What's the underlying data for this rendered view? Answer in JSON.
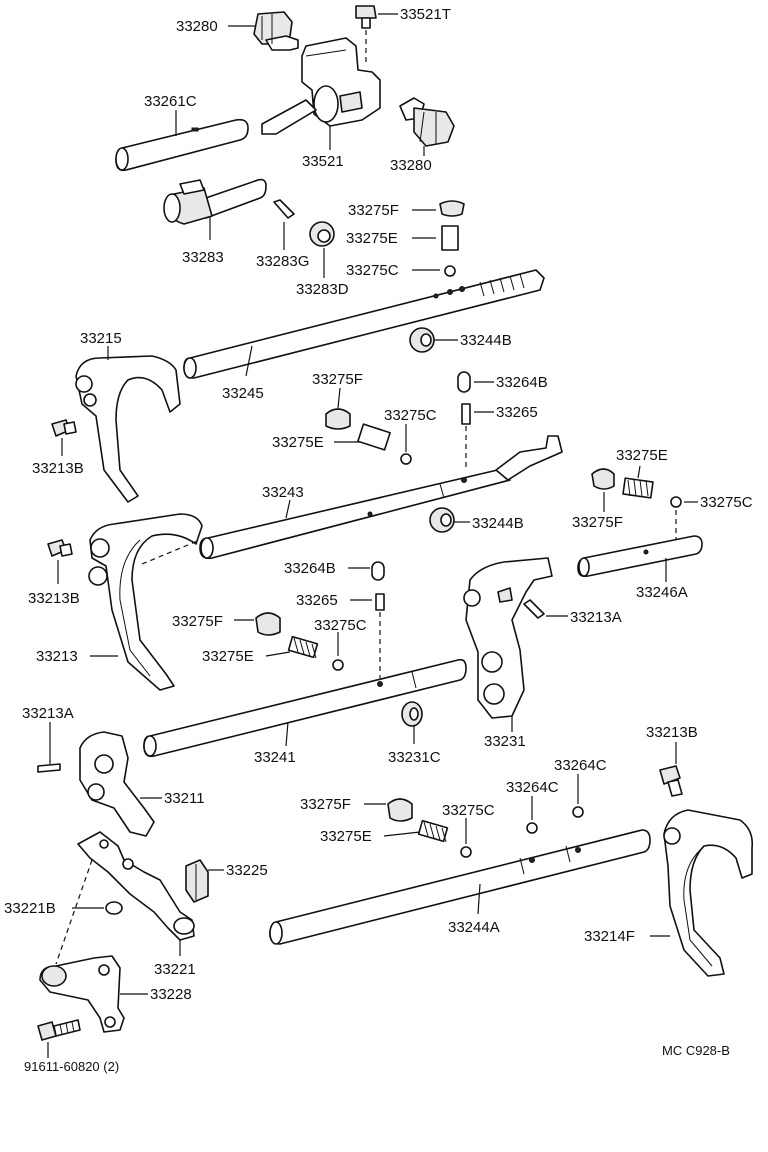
{
  "parts": {
    "p33280_top": "33280",
    "p33521T": "33521T",
    "p33261C": "33261C",
    "p33521": "33521",
    "p33280_bot": "33280",
    "p33275F_a": "33275F",
    "p33275E_a": "33275E",
    "p33275C_a": "33275C",
    "p33283": "33283",
    "p33283G": "33283G",
    "p33283D": "33283D",
    "p33215": "33215",
    "p33244B_a": "33244B",
    "p33245": "33245",
    "p33275F_b": "33275F",
    "p33264B_a": "33264B",
    "p33213B_a": "33213B",
    "p33275C_b": "33275C",
    "p33265_a": "33265",
    "p33275E_b": "33275E",
    "p33243": "33243",
    "p33275E_c": "33275E",
    "p33275C_c": "33275C",
    "p33244B_b": "33244B",
    "p33275F_c": "33275F",
    "p33213B_b": "33213B",
    "p33264B_b": "33264B",
    "p33246A": "33246A",
    "p33265_b": "33265",
    "p33213A_a": "33213A",
    "p33275F_d": "33275F",
    "p33275C_d": "33275C",
    "p33275E_d": "33275E",
    "p33213": "33213",
    "p33213A_b": "33213A",
    "p33231": "33231",
    "p33241": "33241",
    "p33231C": "33231C",
    "p33213B_c": "33213B",
    "p33264C_a": "33264C",
    "p33211": "33211",
    "p33264C_b": "33264C",
    "p33275F_e": "33275F",
    "p33275C_e": "33275C",
    "p33275E_e": "33275E",
    "p33225": "33225",
    "p33221B": "33221B",
    "p33244A": "33244A",
    "p33214F": "33214F",
    "p33221": "33221",
    "p33228": "33228",
    "p91611": "91611-60820 (2)"
  },
  "footer_code": "MC  C928-B"
}
